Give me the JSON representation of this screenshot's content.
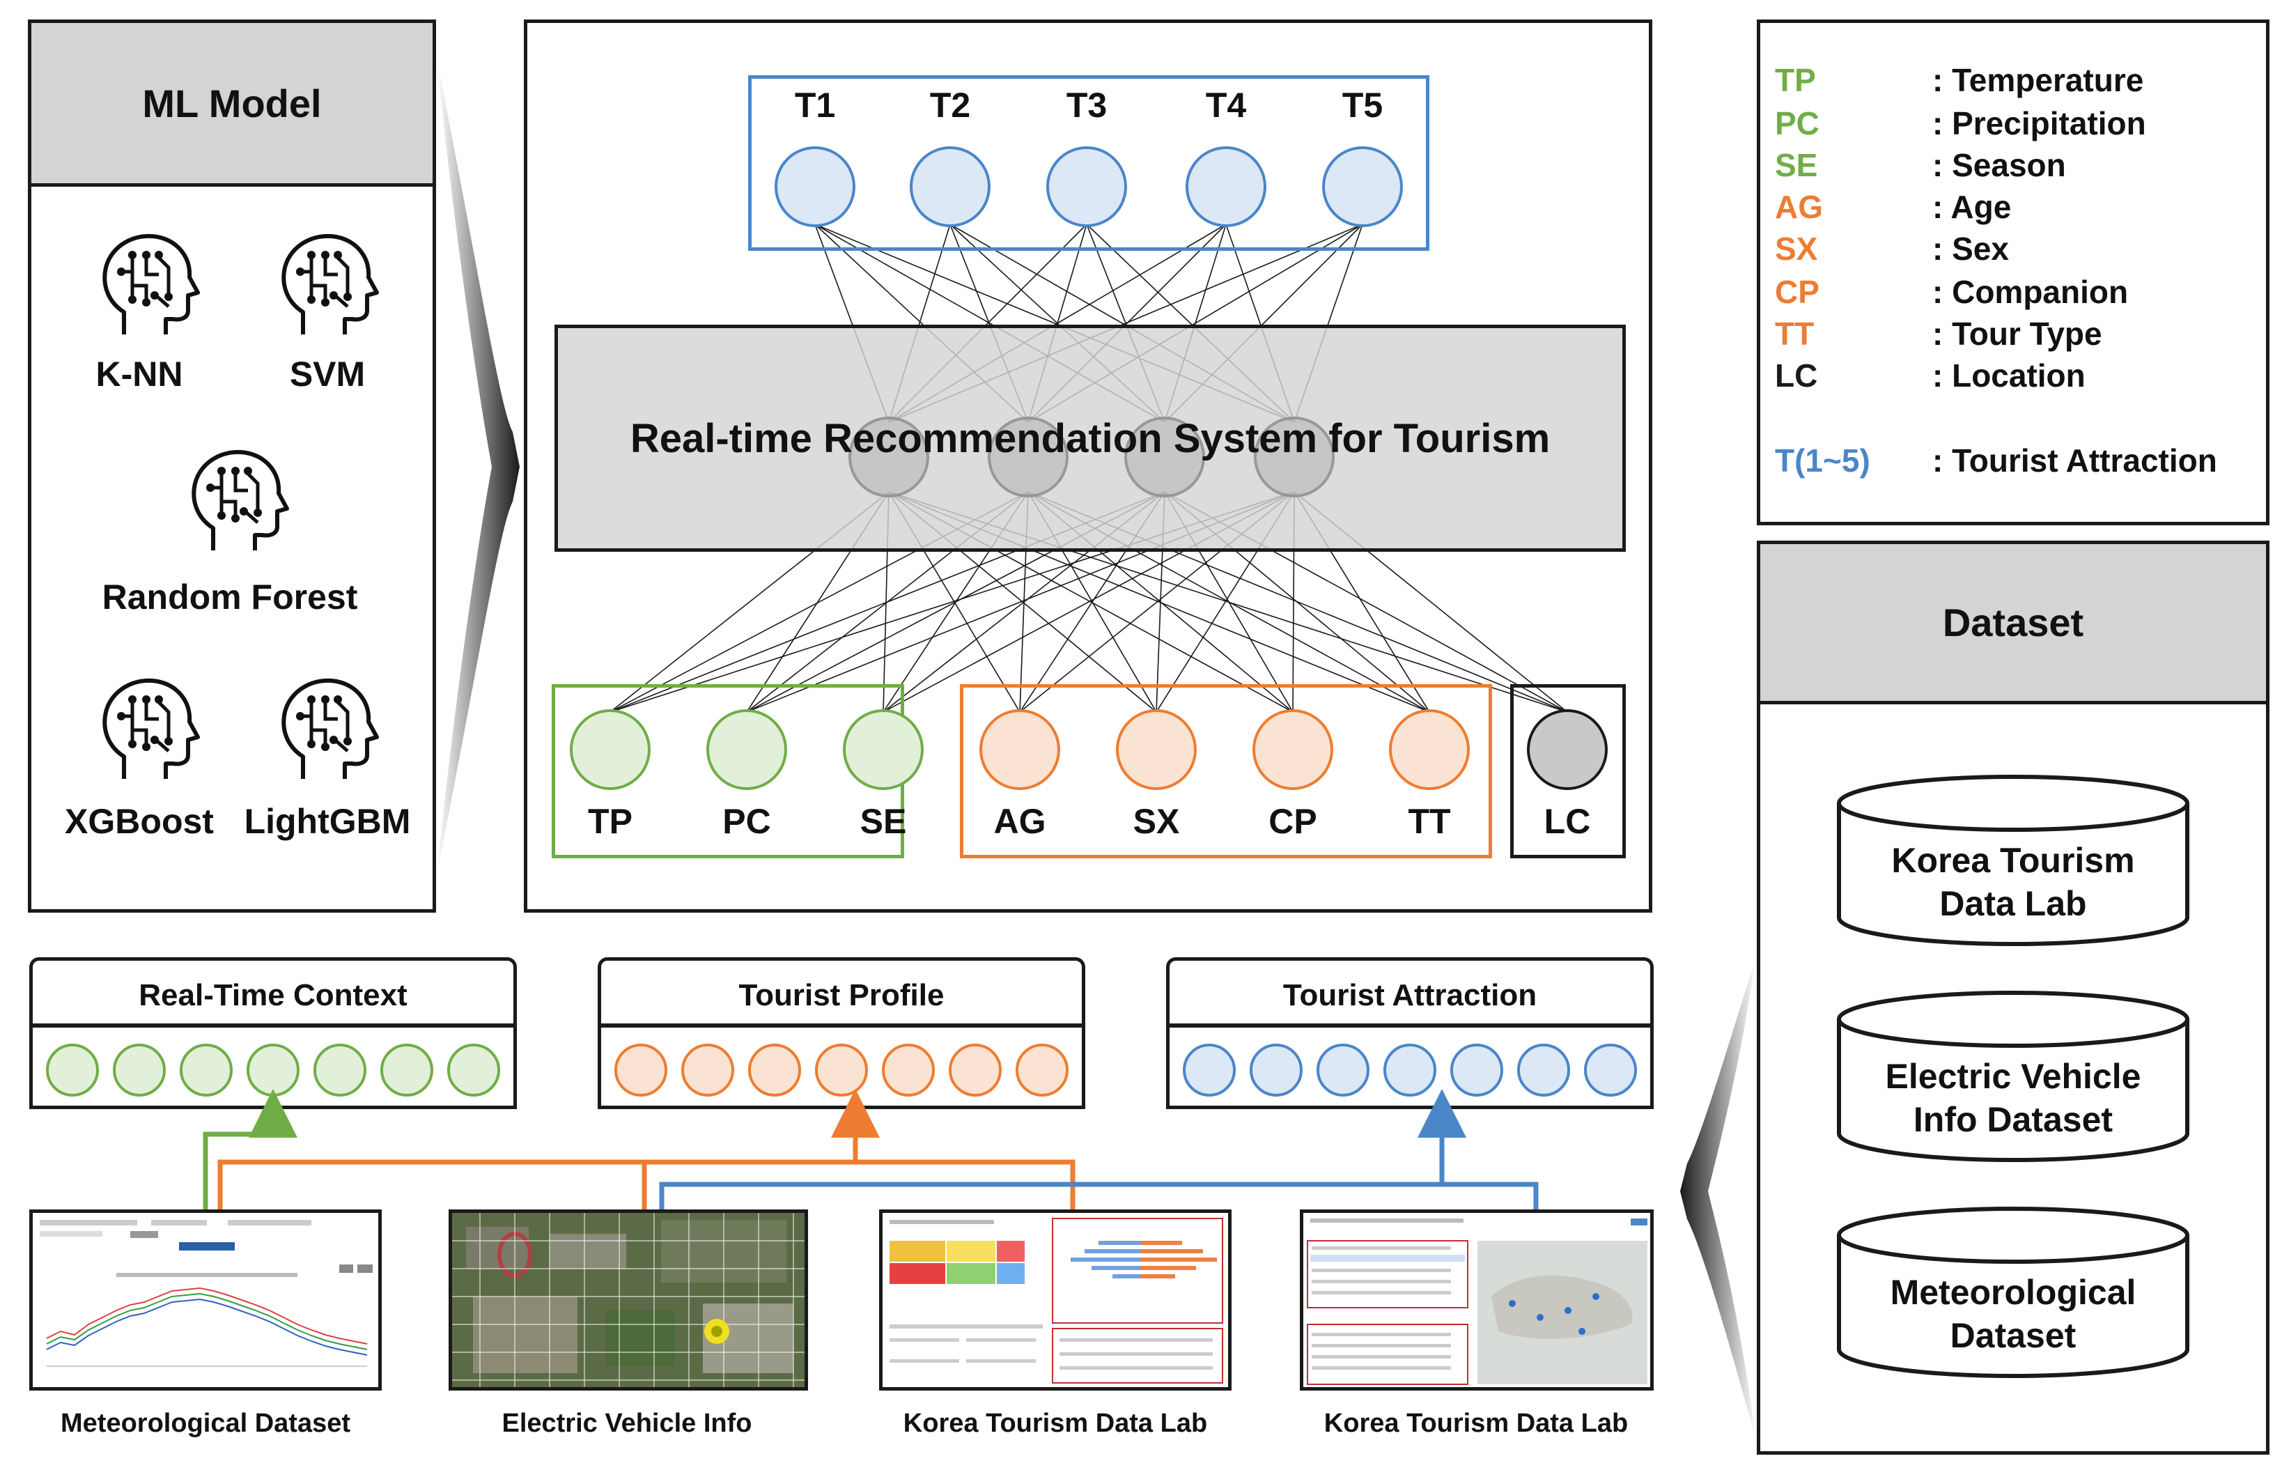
{
  "ml_model": {
    "title": "ML Model",
    "models": [
      {
        "name": "K-NN",
        "icon": "brain-head-icon"
      },
      {
        "name": "SVM",
        "icon": "brain-head-icon"
      },
      {
        "name": "Random Forest",
        "icon": "brain-head-icon"
      },
      {
        "name": "XGBoost",
        "icon": "brain-head-icon"
      },
      {
        "name": "LightGBM",
        "icon": "brain-head-icon"
      }
    ]
  },
  "network": {
    "system_label": "Real-time Recommendation System for Tourism",
    "outputs": [
      "T1",
      "T2",
      "T3",
      "T4",
      "T5"
    ],
    "inputs_context": [
      "TP",
      "PC",
      "SE"
    ],
    "inputs_profile": [
      "AG",
      "SX",
      "CP",
      "TT"
    ],
    "inputs_location": [
      "LC"
    ]
  },
  "legend": {
    "items": [
      {
        "code": "TP",
        "desc": ": Temperature",
        "color": "#70ad47"
      },
      {
        "code": "PC",
        "desc": ": Precipitation",
        "color": "#70ad47"
      },
      {
        "code": "SE",
        "desc": ": Season",
        "color": "#70ad47"
      },
      {
        "code": "AG",
        "desc": ": Age",
        "color": "#ed7d31"
      },
      {
        "code": "SX",
        "desc": ": Sex",
        "color": "#ed7d31"
      },
      {
        "code": "CP",
        "desc": ": Companion",
        "color": "#ed7d31"
      },
      {
        "code": "TT",
        "desc": ": Tour Type",
        "color": "#ed7d31"
      },
      {
        "code": "LC",
        "desc": ": Location",
        "color": "#1a1a1a"
      },
      {
        "code": "T(1~5)",
        "desc": ": Tourist Attraction",
        "color": "#4a86c8"
      }
    ]
  },
  "dataset": {
    "title": "Dataset",
    "items": [
      {
        "line1": "Korea Tourism",
        "line2": "Data Lab"
      },
      {
        "line1": "Electric Vehicle",
        "line2": "Info Dataset"
      },
      {
        "line1": "Meteorological",
        "line2": "Dataset"
      }
    ]
  },
  "feature_boxes": [
    {
      "title": "Real-Time Context",
      "color": "#70ad47",
      "fill": "#e2f0d9"
    },
    {
      "title": "Tourist Profile",
      "color": "#ed7d31",
      "fill": "#fbe3d3"
    },
    {
      "title": "Tourist Attraction",
      "color": "#4a86c8",
      "fill": "#dce8f6"
    }
  ],
  "screenshots": [
    {
      "caption": "Meteorological Dataset"
    },
    {
      "caption": "Electric Vehicle Info"
    },
    {
      "caption": "Korea Tourism Data Lab"
    },
    {
      "caption": "Korea Tourism Data Lab"
    }
  ],
  "colors": {
    "green": "#70ad47",
    "orange": "#ed7d31",
    "blue": "#4a86c8",
    "gray": "#d4d4d4"
  }
}
